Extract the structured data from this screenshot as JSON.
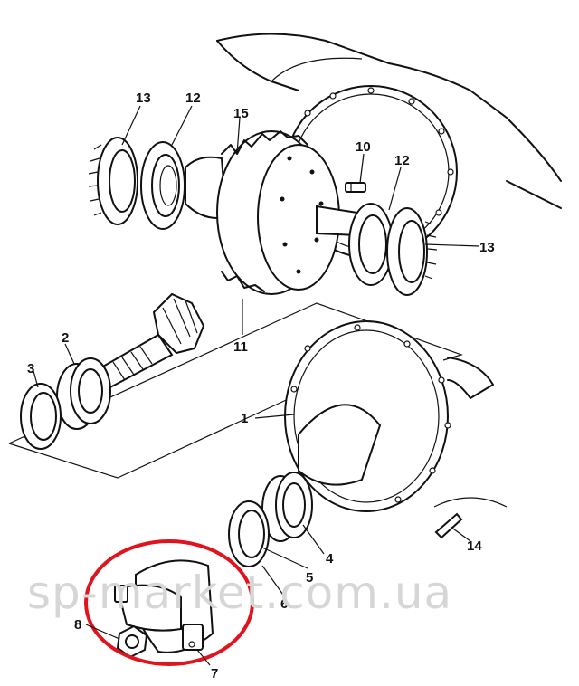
{
  "watermark": "sp-market.com.ua",
  "highlight_color": "#e0141e",
  "callouts": {
    "c1": "1",
    "c2": "2",
    "c3": "3",
    "c4": "4",
    "c5": "5",
    "c6": "6",
    "c7": "7",
    "c8": "8",
    "c10": "10",
    "c11": "11",
    "c12a": "12",
    "c12b": "12",
    "c13a": "13",
    "c13b": "13",
    "c14": "14",
    "c15": "15"
  }
}
